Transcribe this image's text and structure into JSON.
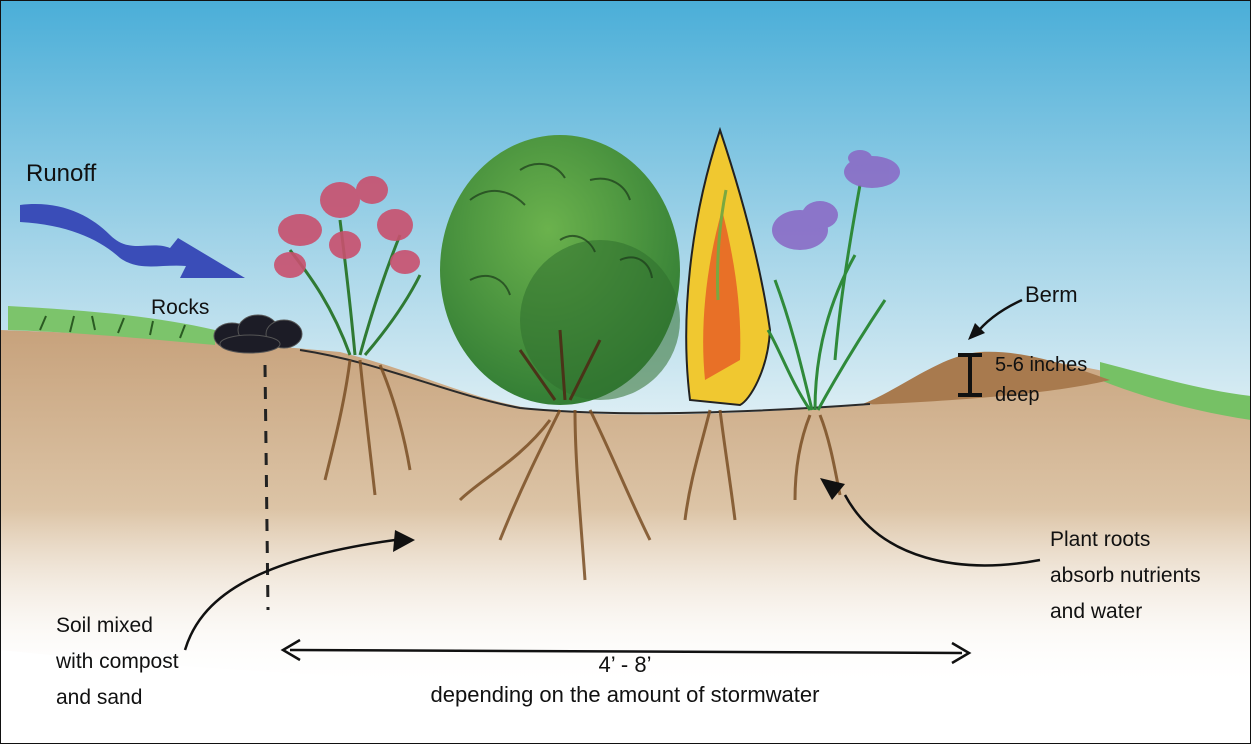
{
  "labels": {
    "runoff": "Runoff",
    "rocks": "Rocks",
    "berm": "Berm",
    "depth_line1": "5-6 inches",
    "depth_line2": "deep",
    "roots_line1": "Plant roots",
    "roots_line2": "absorb nutrients",
    "roots_line3": "and water",
    "soil_line1": "Soil mixed",
    "soil_line2": "with compost",
    "soil_line3": "and sand",
    "width_line1": "4’ - 8’",
    "width_line2": "depending on the amount of stormwater"
  },
  "colors": {
    "sky_top": "#4fb0d9",
    "sky_bottom": "#e9f3f7",
    "grass": "#7cc46b",
    "soil": "#c9a886",
    "soil_dark": "#b98e62",
    "runoff_arrow": "#3a4db8",
    "rocks": "#1c1c26",
    "shrub": "#3d8b3a",
    "pink_flowers": "#c9506e",
    "yellow_plant": "#f0c830",
    "iris": "#8a6cc6"
  },
  "icons": [
    "runoff-arrow-icon",
    "rocks-icon",
    "pink-flower-plant-icon",
    "shrub-icon",
    "yellow-grass-plant-icon",
    "iris-plant-icon",
    "berm-icon"
  ]
}
